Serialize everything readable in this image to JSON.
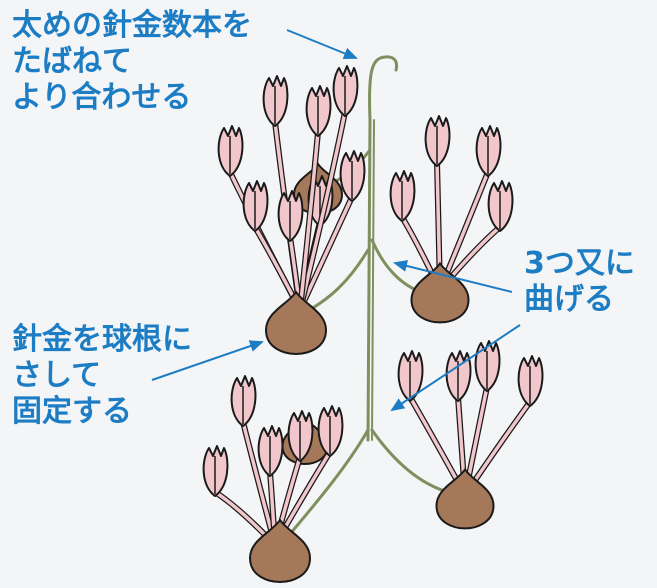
{
  "colors": {
    "text": "#1d7dc4",
    "arrow": "#1d7dc4",
    "stem": "#7f8f5e",
    "petal": "#f2c7cc",
    "petal_outline": "#1a1a1a",
    "bulb": "#a47858",
    "background": "#f4f5f7"
  },
  "labels": {
    "top": [
      "太めの針金数本を",
      "たばねて",
      "より合わせる"
    ],
    "right": [
      "3つ又に",
      "曲げる"
    ],
    "left": [
      "針金を球根に",
      "さして",
      "固定する"
    ]
  }
}
